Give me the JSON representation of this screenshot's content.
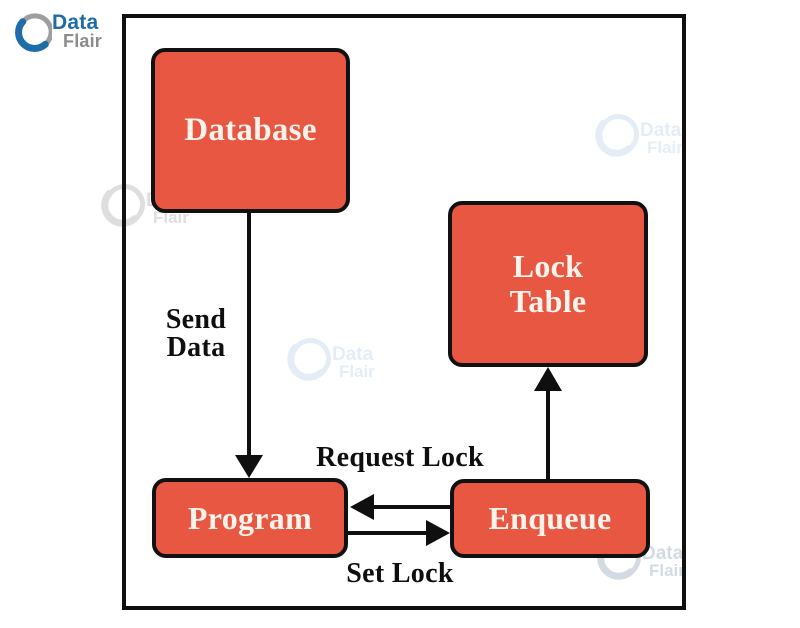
{
  "brand": {
    "data_text": "Data",
    "flair_text": "Flair",
    "blue": "#1E6CA8",
    "gray": "#8C8C8C"
  },
  "diagram": {
    "node_fill": "#E85742",
    "node_border": "#111111",
    "nodes": {
      "database": {
        "label": "Database"
      },
      "lock_table": {
        "line1": "Lock",
        "line2": "Table"
      },
      "program": {
        "label": "Program"
      },
      "enqueue": {
        "label": "Enqueue"
      }
    },
    "edge_labels": {
      "send_data": {
        "line1": "Send",
        "line2": "Data"
      },
      "request_lock": "Request Lock",
      "set_lock": "Set Lock"
    }
  }
}
